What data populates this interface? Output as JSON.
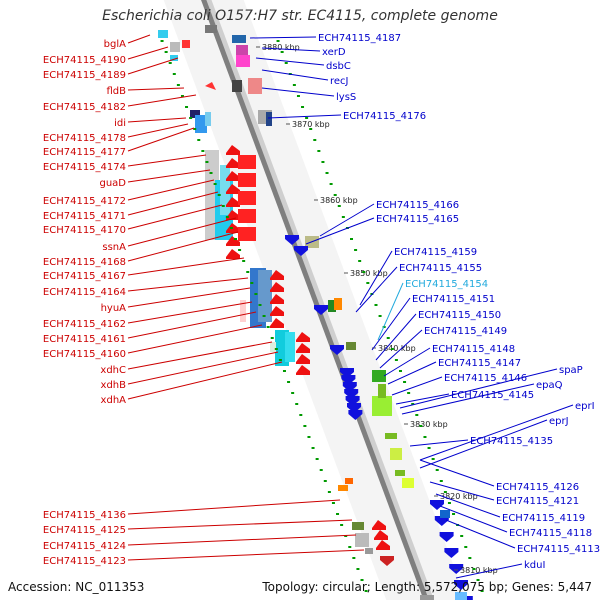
{
  "title": "Escherichia coli O157:H7 str. EC4115, complete genome",
  "accession": "Accession: NC_011353",
  "topology": "Topology: circular; Length: 5,572,075 bp; Genes: 5,447",
  "colors": {
    "left_label": "#cc0000",
    "right_label": "#0000cc",
    "highlight_label": "#22aadd",
    "backbone": "#7f7f7f",
    "tick": "#009900"
  },
  "scale_labels": [
    "3880 kbp",
    "3870 kbp",
    "3860 kbp",
    "3850 kbp",
    "3840 kbp",
    "3830 kbp",
    "3820 kbp",
    "3810 kbp"
  ],
  "left_genes": [
    "bglA",
    "ECH74115_4190",
    "ECH74115_4189",
    "fldB",
    "ECH74115_4182",
    "idi",
    "ECH74115_4178",
    "ECH74115_4177",
    "ECH74115_4174",
    "guaD",
    "ECH74115_4172",
    "ECH74115_4171",
    "ECH74115_4170",
    "ssnA",
    "ECH74115_4168",
    "ECH74115_4167",
    "ECH74115_4164",
    "hyuA",
    "ECH74115_4162",
    "ECH74115_4161",
    "ECH74115_4160",
    "xdhC",
    "xdhB",
    "xdhA",
    "ECH74115_4136",
    "ECH74115_4125",
    "ECH74115_4124",
    "ECH74115_4123"
  ],
  "right_genes": [
    "ECH74115_4187",
    "xerD",
    "dsbC",
    "recJ",
    "lysS",
    "ECH74115_4176",
    "ECH74115_4166",
    "ECH74115_4165",
    "ECH74115_4159",
    "ECH74115_4155",
    "ECH74115_4154",
    "ECH74115_4151",
    "ECH74115_4150",
    "ECH74115_4149",
    "ECH74115_4148",
    "ECH74115_4147",
    "ECH74115_4146",
    "ECH74115_4145",
    "ECH74115_4135",
    "ECH74115_4126",
    "ECH74115_4121",
    "ECH74115_4119",
    "ECH74115_4118",
    "ECH74115_4113",
    "kduI"
  ],
  "far_right_genes": [
    "spaP",
    "epaQ",
    "eprI",
    "eprJ"
  ],
  "highlight_gene": "ECH74115_4154"
}
